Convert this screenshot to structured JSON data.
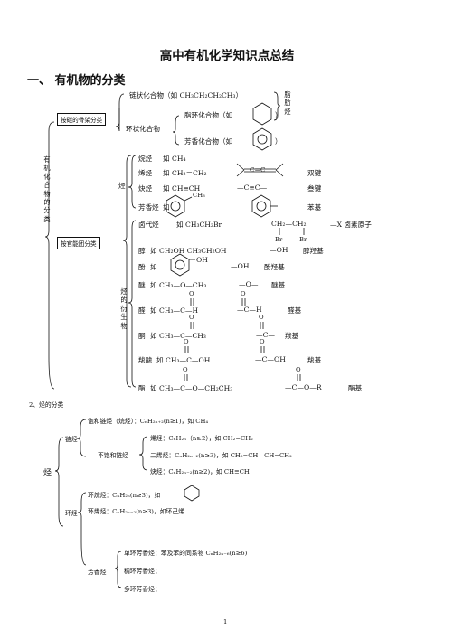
{
  "doc": {
    "title": "高中有机化学知识点总结",
    "section1": "一、  有机物的分类",
    "page_num": "1"
  },
  "tree1": {
    "root": "有机化合物的分类",
    "by_skeleton": "按碳的骨架分类",
    "chain": "链状化合物（如 CH₃CH₂CH₂CH₃）",
    "ring": "环状化合物",
    "alicyclic": "脂环化合物（如",
    "aromatic": "芳香化合物（如",
    "close_paren": "）",
    "fatty": "脂肪烃",
    "by_group": "按官能团分类",
    "hydrocarbon": "烃",
    "derivative": "烃的衍生物",
    "rows": [
      {
        "a": "烷烃",
        "b": "如 CH₄",
        "c": "",
        "d": ""
      },
      {
        "a": "烯烃",
        "b": "如 CH₂＝CH₂",
        "c": "C＝C",
        "d": "双键"
      },
      {
        "a": "炔烃",
        "b": "如 CH≡CH",
        "c": "—C≡C—",
        "d": "叁键"
      },
      {
        "a": "芳香烃",
        "b": "如",
        "c": "CH₃",
        "d": "苯基"
      },
      {
        "a": "卤代烃",
        "b": "如 CH₃CH₂Br",
        "c": "CH₂—CH₂",
        "d": "—X  卤素原子"
      },
      {
        "a": "醇",
        "b": "如 CH₂OH   CH₃CH₂OH",
        "c": "—OH",
        "d": "醇羟基"
      },
      {
        "a": "酚",
        "b": "如",
        "c": "—OH",
        "d": "酚羟基"
      },
      {
        "a": "醚",
        "b": "如 CH₃—O—CH₃",
        "c": "—O—",
        "d": "醚基"
      },
      {
        "a": "醛",
        "b": "如 CH₃—C—H",
        "c": "—C—H",
        "d": "醛基"
      },
      {
        "a": "酮",
        "b": "如 CH₃—C—CH₃",
        "c": "—C—",
        "d": "羰基"
      },
      {
        "a": "羧酸",
        "b": "如 CH₃—C—OH",
        "c": "—C—OH",
        "d": "羧基"
      },
      {
        "a": "酯",
        "b": "如 CH₃—C—O—CH₂CH₃",
        "c": "—C—O—R",
        "d": "酯基"
      }
    ],
    "br": "Br",
    "o": "O",
    "oh": "OH"
  },
  "tree2": {
    "heading": "2、烃的分类",
    "root": "烃",
    "chain": "链烃",
    "ring": "环烃",
    "saturated": "饱和链烃（烷烃）：CₙH₂ₙ₊₂(n≥1)，如 CH₄",
    "unsaturated": "不饱和链烃",
    "alkene": "烯烃：CₙH₂ₙ（n≥2），如 CH₂=CH₂",
    "diene": "二烯烃：CₙH₂ₙ₋₂(n≥3)，如 CH₂=CH—CH=CH₂",
    "alkyne": "炔烃：CₙH₂ₙ₋₂(n≥2)，如 CH≡CH",
    "cycloalkane": "环烷烃：CₙH₂ₙ(n≥3)，如",
    "cycloalkene": "环烯烃：CₙH₂ₙ₋₂(n≥3)，如环己烯",
    "aromatic": "芳香烃",
    "mono": "单环芳香烃：苯及苯的同系物 CₙH₂ₙ₋₆(n≥6)",
    "fused": "稠环芳香烃；",
    "poly": "多环芳香烃；"
  }
}
